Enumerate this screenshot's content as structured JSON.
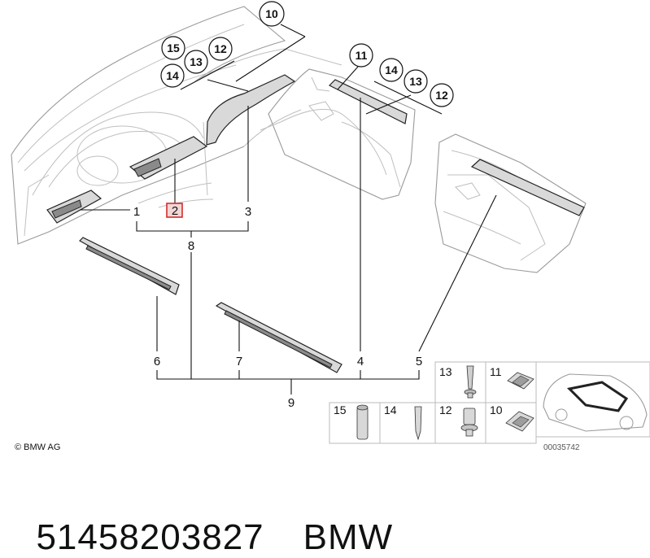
{
  "diagram": {
    "bubble_callouts": {
      "c10": "10",
      "c15a": "15",
      "c13a": "13",
      "c12a": "12",
      "c14a": "14",
      "c11": "11",
      "c14b": "14",
      "c13b": "13",
      "c12b": "12"
    },
    "callouts": {
      "c1": "1",
      "c2": "2",
      "c3": "3",
      "c8": "8",
      "c6": "6",
      "c7": "7",
      "c4": "4",
      "c5": "5",
      "c9": "9"
    },
    "legend": {
      "n13": "13",
      "n11": "11",
      "n15": "15",
      "n14": "14",
      "n12": "12",
      "n10": "10"
    },
    "copyright": "© BMW AG",
    "drawing_number": "00035742",
    "highlight_color": "#d22020"
  },
  "footer": {
    "part_number": "51458203827",
    "brand": "BMW"
  }
}
